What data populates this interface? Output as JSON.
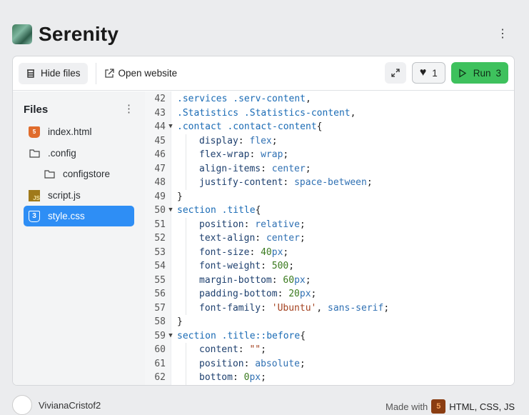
{
  "header": {
    "title": "Serenity",
    "more_icon": "kebab-icon"
  },
  "toolbar": {
    "hide_files": "Hide files",
    "open_website": "Open website",
    "likes": "1",
    "run": "Run",
    "run_count": "3"
  },
  "sidebar": {
    "heading": "Files",
    "items": [
      {
        "label": "index.html",
        "icon": "html5-icon",
        "depth": 0
      },
      {
        "label": ".config",
        "icon": "folder-icon",
        "depth": 0
      },
      {
        "label": "configstore",
        "icon": "folder-icon",
        "depth": 1
      },
      {
        "label": "script.js",
        "icon": "js-icon",
        "depth": 0
      },
      {
        "label": "style.css",
        "icon": "css3-icon",
        "depth": 0,
        "selected": true
      }
    ]
  },
  "editor": {
    "lines": [
      {
        "n": "42",
        "t": [
          [
            "sel-t",
            ".services .serv-content"
          ],
          [
            "punc",
            ","
          ]
        ]
      },
      {
        "n": "43",
        "t": [
          [
            "sel-t",
            ".Statistics .Statistics-content"
          ],
          [
            "punc",
            ","
          ]
        ]
      },
      {
        "n": "44",
        "fold": true,
        "t": [
          [
            "sel-t",
            ".contact .contact-content"
          ],
          [
            "punc",
            "{"
          ]
        ]
      },
      {
        "n": "45",
        "i": 1,
        "t": [
          [
            "prop",
            "display"
          ],
          [
            "punc",
            ": "
          ],
          [
            "val",
            "flex"
          ],
          [
            "punc",
            ";"
          ]
        ]
      },
      {
        "n": "46",
        "i": 1,
        "t": [
          [
            "prop",
            "flex-wrap"
          ],
          [
            "punc",
            ": "
          ],
          [
            "val",
            "wrap"
          ],
          [
            "punc",
            ";"
          ]
        ]
      },
      {
        "n": "47",
        "i": 1,
        "t": [
          [
            "prop",
            "align-items"
          ],
          [
            "punc",
            ": "
          ],
          [
            "val",
            "center"
          ],
          [
            "punc",
            ";"
          ]
        ]
      },
      {
        "n": "48",
        "i": 1,
        "t": [
          [
            "prop",
            "justify-content"
          ],
          [
            "punc",
            ": "
          ],
          [
            "val",
            "space-between"
          ],
          [
            "punc",
            ";"
          ]
        ]
      },
      {
        "n": "49",
        "t": [
          [
            "punc",
            "}"
          ]
        ]
      },
      {
        "n": "50",
        "fold": true,
        "t": [
          [
            "sel-t",
            "section .title"
          ],
          [
            "punc",
            "{"
          ]
        ]
      },
      {
        "n": "51",
        "i": 1,
        "t": [
          [
            "prop",
            "position"
          ],
          [
            "punc",
            ": "
          ],
          [
            "val",
            "relative"
          ],
          [
            "punc",
            ";"
          ]
        ]
      },
      {
        "n": "52",
        "i": 1,
        "t": [
          [
            "prop",
            "text-align"
          ],
          [
            "punc",
            ": "
          ],
          [
            "val",
            "center"
          ],
          [
            "punc",
            ";"
          ]
        ]
      },
      {
        "n": "53",
        "i": 1,
        "t": [
          [
            "prop",
            "font-size"
          ],
          [
            "punc",
            ": "
          ],
          [
            "num",
            "40"
          ],
          [
            "val",
            "px"
          ],
          [
            "punc",
            ";"
          ]
        ]
      },
      {
        "n": "54",
        "i": 1,
        "t": [
          [
            "prop",
            "font-weight"
          ],
          [
            "punc",
            ": "
          ],
          [
            "num",
            "500"
          ],
          [
            "punc",
            ";"
          ]
        ]
      },
      {
        "n": "55",
        "i": 1,
        "t": [
          [
            "prop",
            "margin-bottom"
          ],
          [
            "punc",
            ": "
          ],
          [
            "num",
            "60"
          ],
          [
            "val",
            "px"
          ],
          [
            "punc",
            ";"
          ]
        ]
      },
      {
        "n": "56",
        "i": 1,
        "t": [
          [
            "prop",
            "padding-bottom"
          ],
          [
            "punc",
            ": "
          ],
          [
            "num",
            "20"
          ],
          [
            "val",
            "px"
          ],
          [
            "punc",
            ";"
          ]
        ]
      },
      {
        "n": "57",
        "i": 1,
        "t": [
          [
            "prop",
            "font-family"
          ],
          [
            "punc",
            ": "
          ],
          [
            "str",
            "'Ubuntu'"
          ],
          [
            "punc",
            ", "
          ],
          [
            "val",
            "sans-serif"
          ],
          [
            "punc",
            ";"
          ]
        ]
      },
      {
        "n": "58",
        "t": [
          [
            "punc",
            "}"
          ]
        ]
      },
      {
        "n": "59",
        "fold": true,
        "t": [
          [
            "sel-t",
            "section .title::before"
          ],
          [
            "punc",
            "{"
          ]
        ]
      },
      {
        "n": "60",
        "i": 1,
        "t": [
          [
            "prop",
            "content"
          ],
          [
            "punc",
            ": "
          ],
          [
            "str",
            "\"\""
          ],
          [
            "punc",
            ";"
          ]
        ]
      },
      {
        "n": "61",
        "i": 1,
        "t": [
          [
            "prop",
            "position"
          ],
          [
            "punc",
            ": "
          ],
          [
            "val",
            "absolute"
          ],
          [
            "punc",
            ";"
          ]
        ]
      },
      {
        "n": "62",
        "i": 1,
        "t": [
          [
            "prop",
            "bottom"
          ],
          [
            "punc",
            ": "
          ],
          [
            "num",
            "0"
          ],
          [
            "val",
            "px"
          ],
          [
            "punc",
            ";"
          ]
        ]
      }
    ]
  },
  "footer": {
    "user": "VivianaCristof2",
    "made_with": "Made with",
    "tech": "HTML, CSS, JS"
  }
}
